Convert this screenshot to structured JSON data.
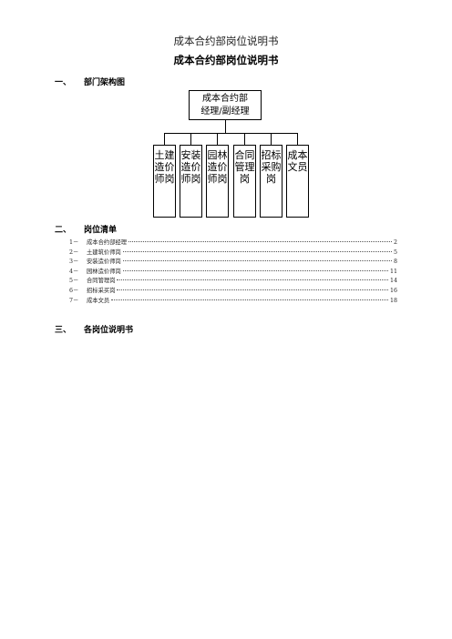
{
  "header": {
    "title": "成本合约部岗位说明书",
    "subtitle": "成本合约部岗位说明书"
  },
  "sections": [
    {
      "num": "一、",
      "title": "部门架构图"
    },
    {
      "num": "二、",
      "title": "岗位清单"
    },
    {
      "num": "三、",
      "title": "各岗位说明书"
    }
  ],
  "org_chart": {
    "root": {
      "line1": "成本合约部",
      "line2": "经理/副经理"
    },
    "children": [
      "土建造价师岗",
      "安装造价师岗",
      "园林造价师岗",
      "合同管理岗",
      "招标采购岗",
      "成本文员"
    ]
  },
  "toc": [
    {
      "num": "1－",
      "label": "成本合约部经理",
      "page": "2"
    },
    {
      "num": "2－",
      "label": "土建筑价师岗",
      "page": "5"
    },
    {
      "num": "3－",
      "label": "安装造价师岗",
      "page": "8"
    },
    {
      "num": "4－",
      "label": "园林造价师岗",
      "page": "11"
    },
    {
      "num": "5－",
      "label": "合同管理岗",
      "page": "14"
    },
    {
      "num": "6－",
      "label": "招标采买岗",
      "page": "16"
    },
    {
      "num": "7－",
      "label": "成本文员",
      "page": "18"
    }
  ]
}
